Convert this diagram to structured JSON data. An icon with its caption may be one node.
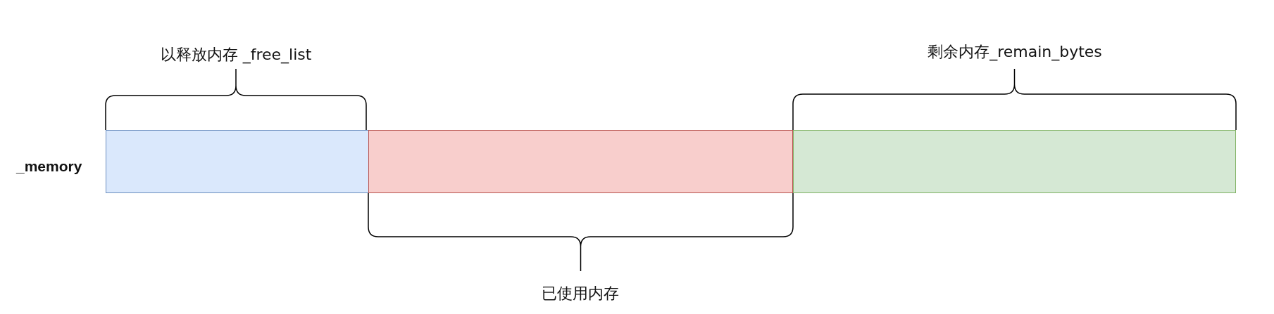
{
  "diagram": {
    "nodes": [
      {
        "text": [],
        "shape": "bar"
      },
      {
        "text": [],
        "shape": "bar"
      },
      {
        "text": [],
        "shape": "bar"
      }
    ],
    "labels": [
      "以释放内存 _free_list",
      "剩余内存_remain_bytes",
      "_memory",
      "已使用内存"
    ]
  }
}
